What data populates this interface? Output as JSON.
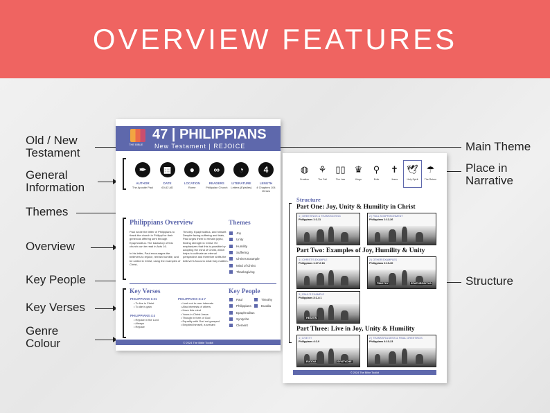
{
  "banner": {
    "title": "OVERVIEW FEATURES"
  },
  "left_labels": {
    "old_new_testament": [
      "Old / New",
      "Testament"
    ],
    "general_information": [
      "General",
      "Information"
    ],
    "themes": "Themes",
    "overview": "Overview",
    "key_people": "Key People",
    "key_verses": "Key Verses",
    "genre_colour": [
      "Genre",
      "Colour"
    ]
  },
  "right_labels": {
    "main_theme": "Main Theme",
    "place_in_narrative": [
      "Place in",
      "Narrative"
    ],
    "structure": "Structure"
  },
  "page1": {
    "logo_text": "THE BIBLE",
    "title": "47 | PHILIPPIANS",
    "subtitle": "New Testament  |  REJOICE",
    "info": [
      {
        "icon": "quill-icon",
        "glyph": "✒",
        "label": "AUTHOR",
        "value": "The Apostle Paul"
      },
      {
        "icon": "calendar-icon",
        "glyph": "▦",
        "label": "DATE",
        "value": "60-62 AD"
      },
      {
        "icon": "location-pin-icon",
        "glyph": "●",
        "label": "LOCATION",
        "value": "Rome"
      },
      {
        "icon": "glasses-icon",
        "glyph": "∞",
        "label": "READERS",
        "value": "Philippian Church"
      },
      {
        "icon": "clock-icon",
        "glyph": "◔",
        "label": "LITERATURE",
        "value": "Letters (Epistles)"
      },
      {
        "icon": "number-icon",
        "glyph": "4",
        "label": "LENGTH",
        "value": "4 Chapters 104 Verses"
      }
    ],
    "overview_heading": "Philippians Overview",
    "overview_col1": "Paul wrote the letter of Philippians to thank the church in Philippi for their generous offering sent through Epaphroditus. The backstory of this church can be read in Acts 16.\n\nIn his letter, Paul encourages the believers to rejoice, remain humble, and be united in Christ, using the examples of Christ,",
    "overview_col2": "Timothy, Epaphroditus, and himself. Despite facing suffering and trials, Paul urges them to remain joyful, finding strength in Christ. He emphasizes that this is possible by adopting the mind of Christ, which helps to cultivate an eternal perspective and therefore shifts the believer's focus to what truly matters.",
    "themes_heading": "Themes",
    "themes": [
      "Joy",
      "Unity",
      "Humility",
      "Suffering",
      "Christ's Example",
      "Mind of Christ",
      "Thanksgiving"
    ],
    "key_verses_heading": "Key Verses",
    "kv": [
      {
        "ref": "PHILIPPIANS 1:21",
        "lines": [
          "To live is Christ",
          "To die is gain"
        ]
      },
      {
        "ref": "PHILIPPIANS 4:4",
        "lines": [
          "Rejoice in the Lord",
          "Always",
          "Rejoice"
        ]
      },
      {
        "ref": "PHILIPPIANS 2:4-7",
        "lines": [
          "Look not to own interests",
          "Also interests of others",
          "Have this mind",
          "Yours in Christ Jesus",
          "Though in form of God",
          "Equality with God not grasped",
          "Emptied himself, a servant"
        ]
      }
    ],
    "key_people_heading": "Key People",
    "key_people_col1": [
      "Paul",
      "Philippians",
      "Epaphroditus",
      "Syntyche",
      "Clement"
    ],
    "key_people_col2": [
      "Timothy",
      "Euodia"
    ],
    "footer": "© 2024 The Bible Toolkit"
  },
  "page2": {
    "narrative": [
      {
        "icon": "globe-icon",
        "glyph": "◍",
        "label": "Creation"
      },
      {
        "icon": "fall-icon",
        "glyph": "⚘",
        "label": "The Fall"
      },
      {
        "icon": "law-icon",
        "glyph": "▯▯",
        "label": "The Law"
      },
      {
        "icon": "crown-icon",
        "glyph": "♛",
        "label": "Kings"
      },
      {
        "icon": "exile-icon",
        "glyph": "⚲",
        "label": "Exile"
      },
      {
        "icon": "cross-icon",
        "glyph": "✝",
        "label": "Jesus"
      },
      {
        "icon": "dove-icon",
        "glyph": "🕊",
        "label": "Holy Spirit"
      },
      {
        "icon": "return-icon",
        "glyph": "☂",
        "label": "The Return"
      }
    ],
    "structure_heading": "Structure",
    "parts": [
      "Part One: Joy, Unity & Humility in Christ",
      "Part Two: Examples of Joy, Humility & Unity",
      "Part Three: Live in Joy, Unity & Humility"
    ],
    "panels": [
      {
        "tag": "1 | GREETINGS & THANKSGIVING",
        "ref": "Philippians 1:1-11"
      },
      {
        "tag": "2 | PAUL'S IMPRISONMENT",
        "ref": "Philippians 1:12-26"
      },
      {
        "tag": "1 | CHRIST'S EXAMPLE",
        "ref": "Philippians 1:27-2:18"
      },
      {
        "tag": "2 | OTHER EXAMPLES",
        "ref": "Philippians 2:19-30",
        "captions": [
          "TIMOTHY",
          "EPAPHRODITUS"
        ]
      },
      {
        "tag": "3 | PAUL'S EXAMPLE",
        "ref": "Philippians 3:1-4:1",
        "captions": [
          "HEAVEN"
        ]
      },
      {
        "tag": "1 | LIVE IT!",
        "ref": "Philippians 4:2-9",
        "captions": [
          "EUODIA",
          "SYNTYCHE"
        ]
      },
      {
        "tag": "2 | THANKSFULNESS & FINAL GREETINGS",
        "ref": "Philippians 4:10-23"
      }
    ],
    "footer": "© 2024 The Bible Toolkit"
  },
  "colors": {
    "banner": "#ef6461",
    "accent": "#5e68ac"
  }
}
